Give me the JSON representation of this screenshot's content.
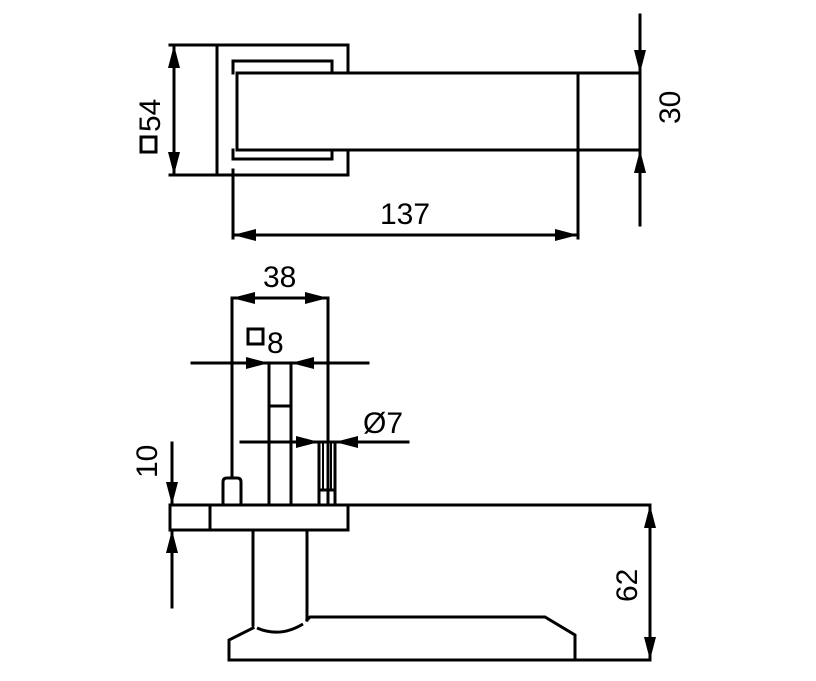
{
  "drawing": {
    "top_view": {
      "rosette_size_label": "54",
      "lever_height_label": "30",
      "lever_length_label": "137"
    },
    "side_view": {
      "pin_spacing_label": "38",
      "spindle_label": "8",
      "pin_diameter_label": "Ø7",
      "rosette_thickness_label": "10",
      "lever_projection_label": "62"
    },
    "colors": {
      "line": "#000000",
      "background": "#ffffff"
    }
  }
}
